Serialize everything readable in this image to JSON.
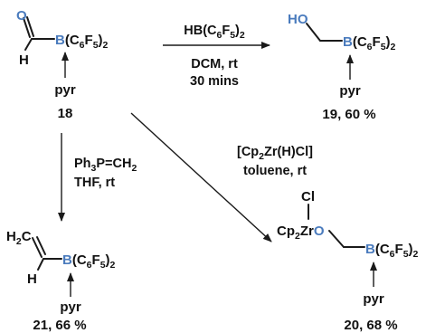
{
  "colors": {
    "heteroatom": "#4a7bbd",
    "bond": "#1a1a1a",
    "text": "#111111"
  },
  "atoms": {
    "O": "O",
    "H": "H",
    "B": "B",
    "HO": "HO",
    "C": "C",
    "Cl": "Cl",
    "Zr": "Zr"
  },
  "groups": {
    "c6f5_open": "(C",
    "c6": "6",
    "f": "F",
    "f5": "5",
    "close": ")",
    "two": "2",
    "pyr": "pyr",
    "ph": "Ph",
    "three": "3",
    "pcapital": "P=CH",
    "h2": "H",
    "cp": "Cp",
    "zr_h_cl": "[Cp",
    "zr_rest": "Zr(H)Cl]"
  },
  "compounds": {
    "c18": "18",
    "c19": "19, 60 %",
    "c20": "20, 68 %",
    "c21": "21, 66 %"
  },
  "conditions": {
    "top_reagent": "HB(C6F5)2",
    "top_solvent": "DCM, rt",
    "top_time": "30 mins",
    "down_reagent": "Ph3P=CH2",
    "down_solvent": "THF, rt",
    "diag_reagent": "[Cp2Zr(H)Cl]",
    "diag_solvent": "toluene, rt"
  }
}
